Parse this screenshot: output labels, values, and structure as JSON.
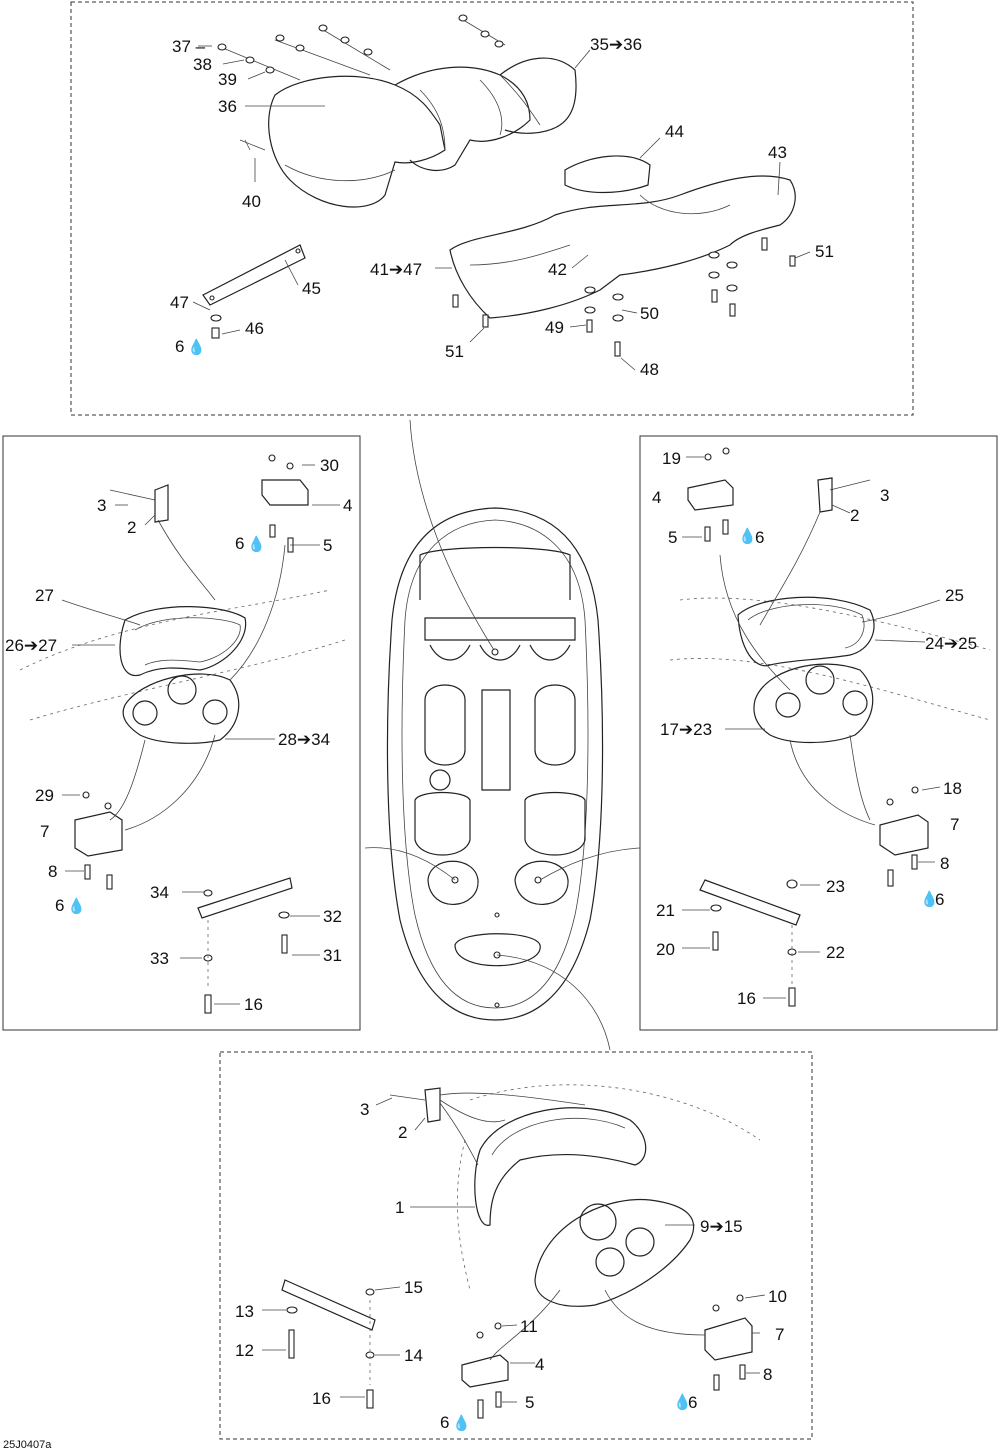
{
  "reference": "25J0407a",
  "callouts": [
    {
      "id": "37",
      "text": "37 –"
    },
    {
      "id": "38",
      "text": "38"
    },
    {
      "id": "39",
      "text": "39"
    },
    {
      "id": "36a",
      "text": "36"
    },
    {
      "id": "40",
      "text": "40"
    },
    {
      "id": "35",
      "text": "35➔36"
    },
    {
      "id": "44",
      "text": "44"
    },
    {
      "id": "43",
      "text": "43"
    },
    {
      "id": "41",
      "text": "41➔47"
    },
    {
      "id": "42",
      "text": "42"
    },
    {
      "id": "51a",
      "text": "51"
    },
    {
      "id": "45",
      "text": "45"
    },
    {
      "id": "47",
      "text": "47"
    },
    {
      "id": "46",
      "text": "46"
    },
    {
      "id": "6a",
      "text": "6"
    },
    {
      "id": "49",
      "text": "49"
    },
    {
      "id": "50",
      "text": "50"
    },
    {
      "id": "51b",
      "text": "51"
    },
    {
      "id": "48",
      "text": "48"
    },
    {
      "id": "30",
      "text": "30"
    },
    {
      "id": "3a",
      "text": "3"
    },
    {
      "id": "2a",
      "text": "2"
    },
    {
      "id": "4a",
      "text": "4"
    },
    {
      "id": "6b",
      "text": "6"
    },
    {
      "id": "5a",
      "text": "5"
    },
    {
      "id": "27",
      "text": "27"
    },
    {
      "id": "26",
      "text": "26➔27"
    },
    {
      "id": "28",
      "text": "28➔34"
    },
    {
      "id": "29",
      "text": "29"
    },
    {
      "id": "7a",
      "text": "7"
    },
    {
      "id": "8a",
      "text": "8"
    },
    {
      "id": "6c",
      "text": "6"
    },
    {
      "id": "34",
      "text": "34"
    },
    {
      "id": "32",
      "text": "32"
    },
    {
      "id": "33",
      "text": "33"
    },
    {
      "id": "31",
      "text": "31"
    },
    {
      "id": "16a",
      "text": "16"
    },
    {
      "id": "19",
      "text": "19"
    },
    {
      "id": "4b",
      "text": "4"
    },
    {
      "id": "5b",
      "text": "5"
    },
    {
      "id": "6d",
      "text": "6"
    },
    {
      "id": "3b",
      "text": "3"
    },
    {
      "id": "2b",
      "text": "2"
    },
    {
      "id": "25",
      "text": "25"
    },
    {
      "id": "24",
      "text": "24➔25"
    },
    {
      "id": "17",
      "text": "17➔23"
    },
    {
      "id": "18",
      "text": "18"
    },
    {
      "id": "7b",
      "text": "7"
    },
    {
      "id": "8b",
      "text": "8"
    },
    {
      "id": "6e",
      "text": "6"
    },
    {
      "id": "23",
      "text": "23"
    },
    {
      "id": "21",
      "text": "21"
    },
    {
      "id": "20",
      "text": "20"
    },
    {
      "id": "22",
      "text": "22"
    },
    {
      "id": "16b",
      "text": "16"
    },
    {
      "id": "3c",
      "text": "3"
    },
    {
      "id": "2c",
      "text": "2"
    },
    {
      "id": "1",
      "text": "1"
    },
    {
      "id": "9",
      "text": "9➔15"
    },
    {
      "id": "15",
      "text": "15"
    },
    {
      "id": "13",
      "text": "13"
    },
    {
      "id": "12",
      "text": "12"
    },
    {
      "id": "10",
      "text": "10"
    },
    {
      "id": "11",
      "text": "11"
    },
    {
      "id": "7c",
      "text": "7"
    },
    {
      "id": "14",
      "text": "14"
    },
    {
      "id": "4c",
      "text": "4"
    },
    {
      "id": "8c",
      "text": "8"
    },
    {
      "id": "16c",
      "text": "16"
    },
    {
      "id": "5c",
      "text": "5"
    },
    {
      "id": "6f",
      "text": "6"
    },
    {
      "id": "6g",
      "text": "6"
    }
  ],
  "symbols": {
    "drop_glyph": "💧"
  },
  "colors": {
    "ink": "#111111",
    "paper": "#ffffff"
  }
}
